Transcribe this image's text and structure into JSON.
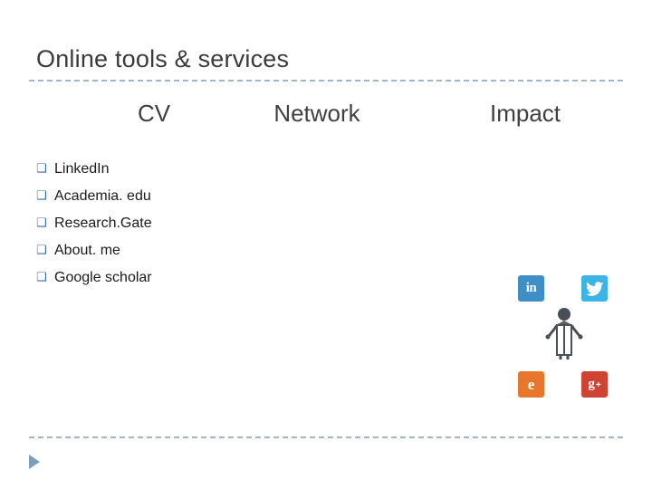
{
  "slide": {
    "title": "Online tools & services",
    "columns": [
      {
        "label": "CV"
      },
      {
        "label": "Network"
      },
      {
        "label": "Impact"
      }
    ],
    "bullets": [
      {
        "marker": "❑",
        "text": "LinkedIn"
      },
      {
        "marker": "❑",
        "text": "Academia. edu"
      },
      {
        "marker": "❑",
        "text": "Research.Gate"
      },
      {
        "marker": "❑",
        "text": "About. me"
      },
      {
        "marker": "❑",
        "text": "Google scholar"
      }
    ],
    "icons": {
      "linkedin": {
        "glyph": "in",
        "color": "#3d8fc6"
      },
      "twitter": {
        "glyph": "🐦",
        "color": "#3cb4e5"
      },
      "blogger": {
        "glyph": "e",
        "color": "#e8762c"
      },
      "googleplus": {
        "glyph": "g",
        "plus": "+",
        "color": "#cf4332"
      }
    },
    "accent_rule_color": "#9fb6cd"
  }
}
